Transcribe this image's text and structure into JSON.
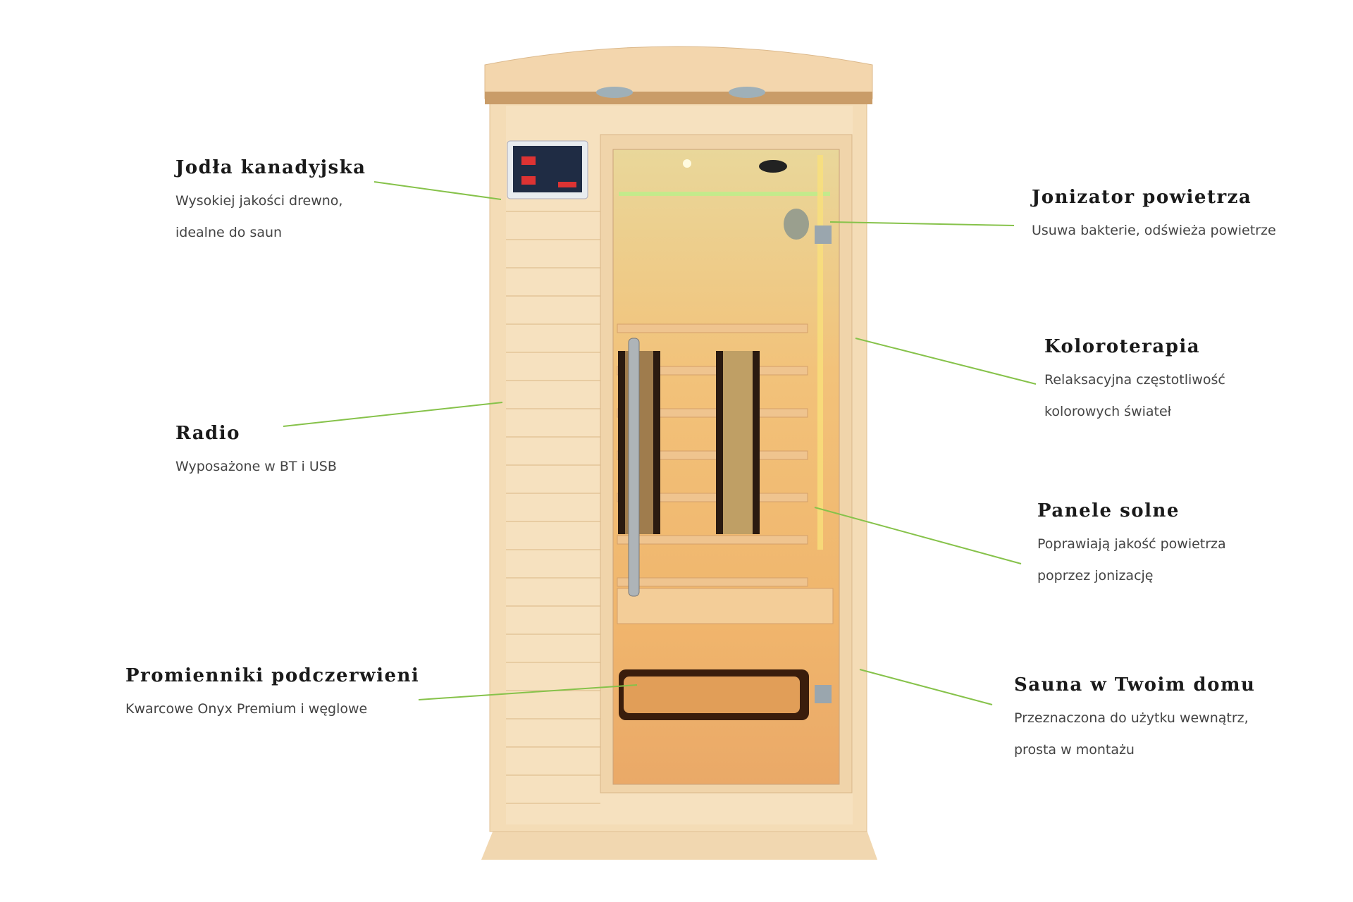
{
  "colors": {
    "leader_line": "#86c24a",
    "wood": "#f3d9b1",
    "wood_dark": "#e3c192",
    "interior": "#f1b66a"
  },
  "callouts": [
    {
      "id": "jodla",
      "title": "Jodła kanadyjska",
      "lines": [
        "Wysokiej jakości drewno,",
        " idealne do saun"
      ]
    },
    {
      "id": "jonizator",
      "title": "Jonizator powietrza",
      "lines": [
        "Usuwa bakterie, odświeża powietrze"
      ]
    },
    {
      "id": "koloroterapia",
      "title": "Koloroterapia",
      "lines": [
        "Relaksacyjna częstotliwość",
        "kolorowych świateł"
      ]
    },
    {
      "id": "radio",
      "title": "Radio",
      "lines": [
        "Wyposażone w BT i USB"
      ]
    },
    {
      "id": "panele",
      "title": "Panele solne",
      "lines": [
        "Poprawiają jakość powietrza",
        "poprzez jonizację"
      ]
    },
    {
      "id": "promienniki",
      "title": "Promienniki podczerwieni",
      "lines": [
        "Kwarcowe Onyx Premium i węglowe"
      ]
    },
    {
      "id": "sauna",
      "title": "Sauna w Twoim domu",
      "lines": [
        "Przeznaczona do użytku wewnątrz,",
        "prosta w montażu"
      ]
    }
  ]
}
